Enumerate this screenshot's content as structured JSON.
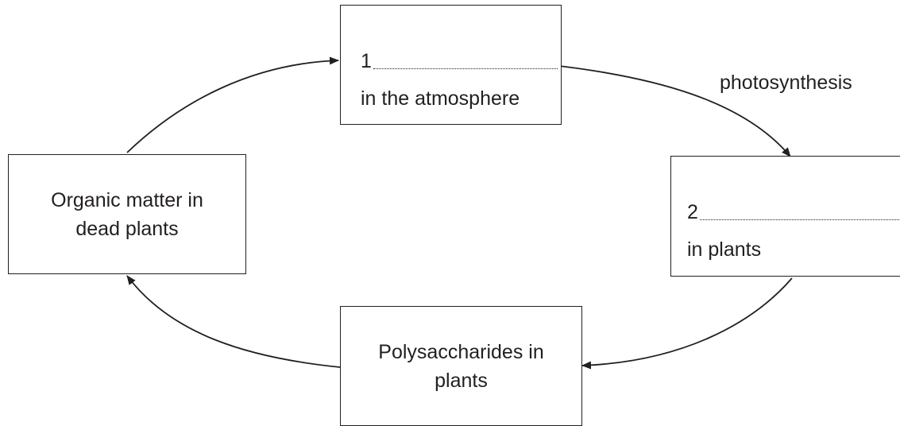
{
  "boxes": {
    "atmosphere": {
      "number": "1",
      "text": "in the atmosphere"
    },
    "plants": {
      "number": "2",
      "text": "in plants"
    },
    "polysaccharides": {
      "line1": "Polysaccharides in",
      "line2": "plants"
    },
    "dead_plants": {
      "line1": "Organic matter in",
      "line2": "dead plants"
    }
  },
  "labels": {
    "photosynthesis": "photosynthesis"
  },
  "colors": {
    "ink": "#231f20",
    "background": "#ffffff"
  }
}
